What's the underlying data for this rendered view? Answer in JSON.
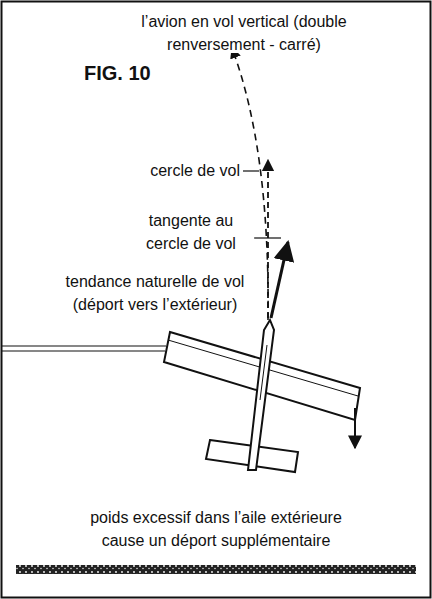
{
  "diagram": {
    "labels": [
      "FIG. 10",
      "l’avion en vol vertical (double renversement - carré)",
      "cercle de vol",
      "tangente au cercle de vol",
      "tendance naturelle de vol (déport vers l’extérieur)",
      "poids excessif dans l’aile extérieure cause un déport supplémentaire"
    ]
  }
}
